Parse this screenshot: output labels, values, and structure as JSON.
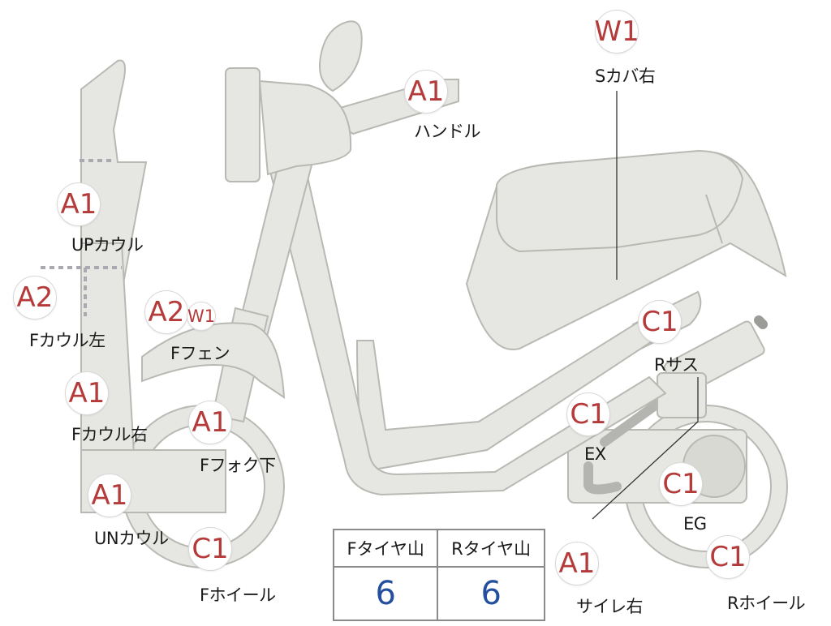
{
  "parts": [
    {
      "id": "w1-s-cover-right",
      "code": "W1",
      "name": "Sカバ右"
    },
    {
      "id": "a1-handle",
      "code": "A1",
      "name": "ハンドル"
    },
    {
      "id": "a1-up-cowl",
      "code": "A1",
      "name": "UPカウル"
    },
    {
      "id": "a2-f-cowl-left",
      "code": "A2",
      "name": "Fカウル左"
    },
    {
      "id": "a2-f-fender",
      "code": "A2",
      "code2": "W1",
      "name": "Fフェン"
    },
    {
      "id": "a1-f-cowl-right",
      "code": "A1",
      "name": "Fカウル右"
    },
    {
      "id": "a1-f-fork-lower",
      "code": "A1",
      "name": "Fフォク下"
    },
    {
      "id": "a1-un-cowl",
      "code": "A1",
      "name": "UNカウル"
    },
    {
      "id": "c1-f-wheel",
      "code": "C1",
      "name": "Fホイール"
    },
    {
      "id": "c1-r-suspension",
      "code": "C1",
      "name": "Rサス"
    },
    {
      "id": "c1-ex",
      "code": "C1",
      "name": "EX"
    },
    {
      "id": "c1-eg",
      "code": "C1",
      "name": "EG"
    },
    {
      "id": "a1-silencer-right",
      "code": "A1",
      "name": "サイレ右"
    },
    {
      "id": "c1-r-wheel",
      "code": "C1",
      "name": "Rホイール"
    }
  ],
  "tire_table": {
    "headers": [
      "Fタイヤ山",
      "Rタイヤ山"
    ],
    "values": [
      "6",
      "6"
    ]
  },
  "colors": {
    "part_fill": "#e6e6e2",
    "part_stroke": "#b9b9b4",
    "code_text": "#b53a3a",
    "tire_value_text": "#234f9e"
  }
}
